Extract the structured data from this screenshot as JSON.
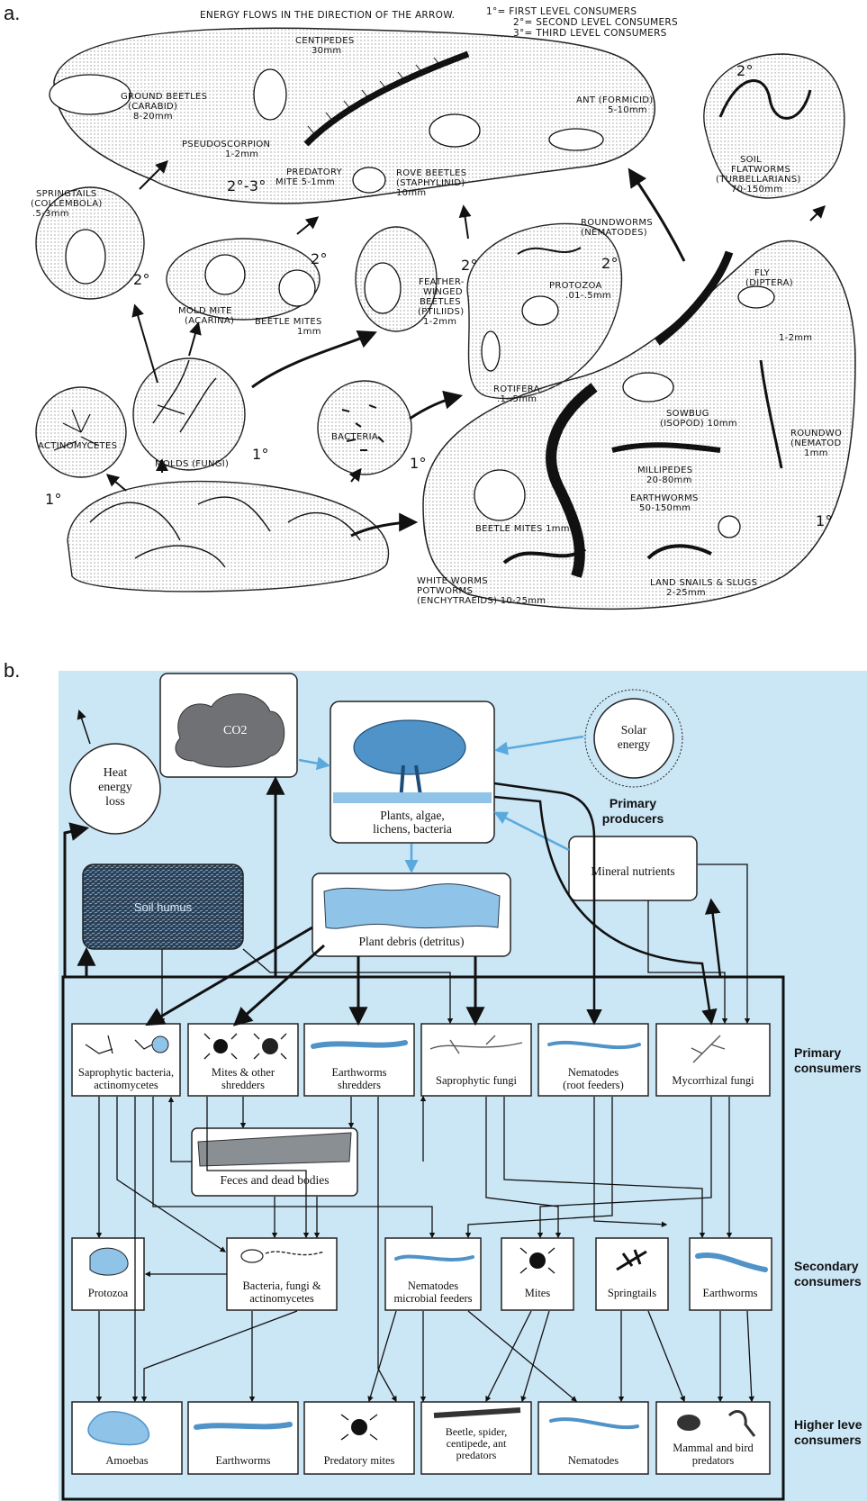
{
  "panel_a": {
    "label": "a.",
    "legend": {
      "line1": "ENERGY FLOWS IN THE DIRECTION OF THE ARROW.",
      "first": "1°= FIRST LEVEL CONSUMERS",
      "second": "2°= SECOND LEVEL CONSUMERS",
      "third": "3°= THIRD LEVEL CONSUMERS"
    },
    "organisms": {
      "centipedes": [
        "CENTIPEDES",
        "30mm"
      ],
      "ground_beetles": [
        "GROUND BEETLES",
        "(CARABID)",
        "8-20mm"
      ],
      "pseudoscorpion": [
        "PSEUDOSCORPION",
        "1-2mm"
      ],
      "predatory_mite": [
        "PREDATORY",
        "MITE 5-1mm"
      ],
      "rove_beetles": [
        "ROVE BEETLES",
        "(STAPHYLINID)",
        "10mm"
      ],
      "ant": [
        "ANT (FORMICID)",
        "5-10mm"
      ],
      "soil_flatworms": [
        "SOIL",
        "FLATWORMS",
        "(TURBELLARIANS)",
        "70-150mm"
      ],
      "springtails": [
        "SPRINGTAILS",
        "(COLLEMBOLA)",
        ".5-3mm"
      ],
      "mold_mite": [
        "MOLD MITE",
        "(ACARINA)"
      ],
      "beetle_mites_top": [
        "BEETLE MITES",
        "1mm"
      ],
      "feather_winged": [
        "FEATHER-",
        "WINGED",
        "BEETLES",
        "(PTILIIDS)",
        "1-2mm"
      ],
      "roundworms": [
        "ROUNDWORMS",
        "(NEMATODES)"
      ],
      "protozoa": [
        "PROTOZOA",
        ".01-.5mm"
      ],
      "rotifera": [
        "ROTIFERA",
        ".1-.5mm"
      ],
      "fly": [
        "FLY",
        "(DIPTERA)"
      ],
      "fly_size": "1-2mm",
      "sowbug": [
        "SOWBUG",
        "(ISOPOD) 10mm"
      ],
      "roundworm_right": [
        "ROUNDWO",
        "(NEMATOD",
        "1mm"
      ],
      "millipedes": [
        "MILLIPEDES",
        "20-80mm"
      ],
      "earthworms": [
        "EARTHWORMS",
        "50-150mm"
      ],
      "actinomycetes": "ACTINOMYCETES",
      "molds": "MOLDS (FUNGI)",
      "bacteria": "BACTERIA",
      "beetle_mites_bottom": "BEETLE MITES 1mm",
      "white_worms": [
        "WHITE WORMS",
        "POTWORMS",
        "(ENCHYTRAEIDS) 10-25mm"
      ],
      "land_snails": [
        "LAND SNAILS & SLUGS",
        "2-25mm"
      ]
    },
    "levels": {
      "l23": "2°-3°",
      "l2": "2°",
      "l1": "1°"
    }
  },
  "panel_b": {
    "label": "b.",
    "top": {
      "co2": "CO2",
      "heat": [
        "Heat",
        "energy",
        "loss"
      ],
      "plants": [
        "Plants, algae,",
        "lichens, bacteria"
      ],
      "solar": [
        "Solar",
        "energy"
      ],
      "primary_producers": [
        "Primary",
        "producers"
      ],
      "mineral": "Mineral nutrients",
      "humus": "Soil humus",
      "debris": "Plant debris (detritus)"
    },
    "primary": [
      [
        "Saprophytic bacteria,",
        "actinomycetes"
      ],
      [
        "Mites & other",
        "shredders"
      ],
      [
        "Earthworms",
        "shredders"
      ],
      [
        "Saprophytic fungi"
      ],
      [
        "Nematodes",
        "(root feeders)"
      ],
      [
        "Mycorrhizal fungi"
      ]
    ],
    "feces": "Feces and dead bodies",
    "secondary": [
      [
        "Protozoa"
      ],
      [
        "Bacteria, fungi &",
        "actinomycetes"
      ],
      [
        "Nematodes",
        "microbial feeders"
      ],
      [
        "Mites"
      ],
      [
        "Springtails"
      ],
      [
        "Earthworms"
      ]
    ],
    "higher": [
      [
        "Amoebas"
      ],
      [
        "Earthworms"
      ],
      [
        "Predatory mites"
      ],
      [
        "Beetle, spider,",
        "centipede, ant",
        "predators"
      ],
      [
        "Nematodes"
      ],
      [
        "Mammal and bird",
        "predators"
      ]
    ],
    "level_labels": {
      "primary": [
        "Primary",
        "consumers"
      ],
      "secondary": [
        "Secondary",
        "consumers"
      ],
      "higher": [
        "Higher leve",
        "consumers"
      ]
    }
  },
  "colors": {
    "panel_b_bg": "#cbe6f5",
    "arrow_blue": "#5aa9dc",
    "worm_blue": "#4f93c8",
    "humus_dark": "#2d3e52",
    "co2_gray": "#6f7174",
    "stipple": "#cfcfcf"
  }
}
